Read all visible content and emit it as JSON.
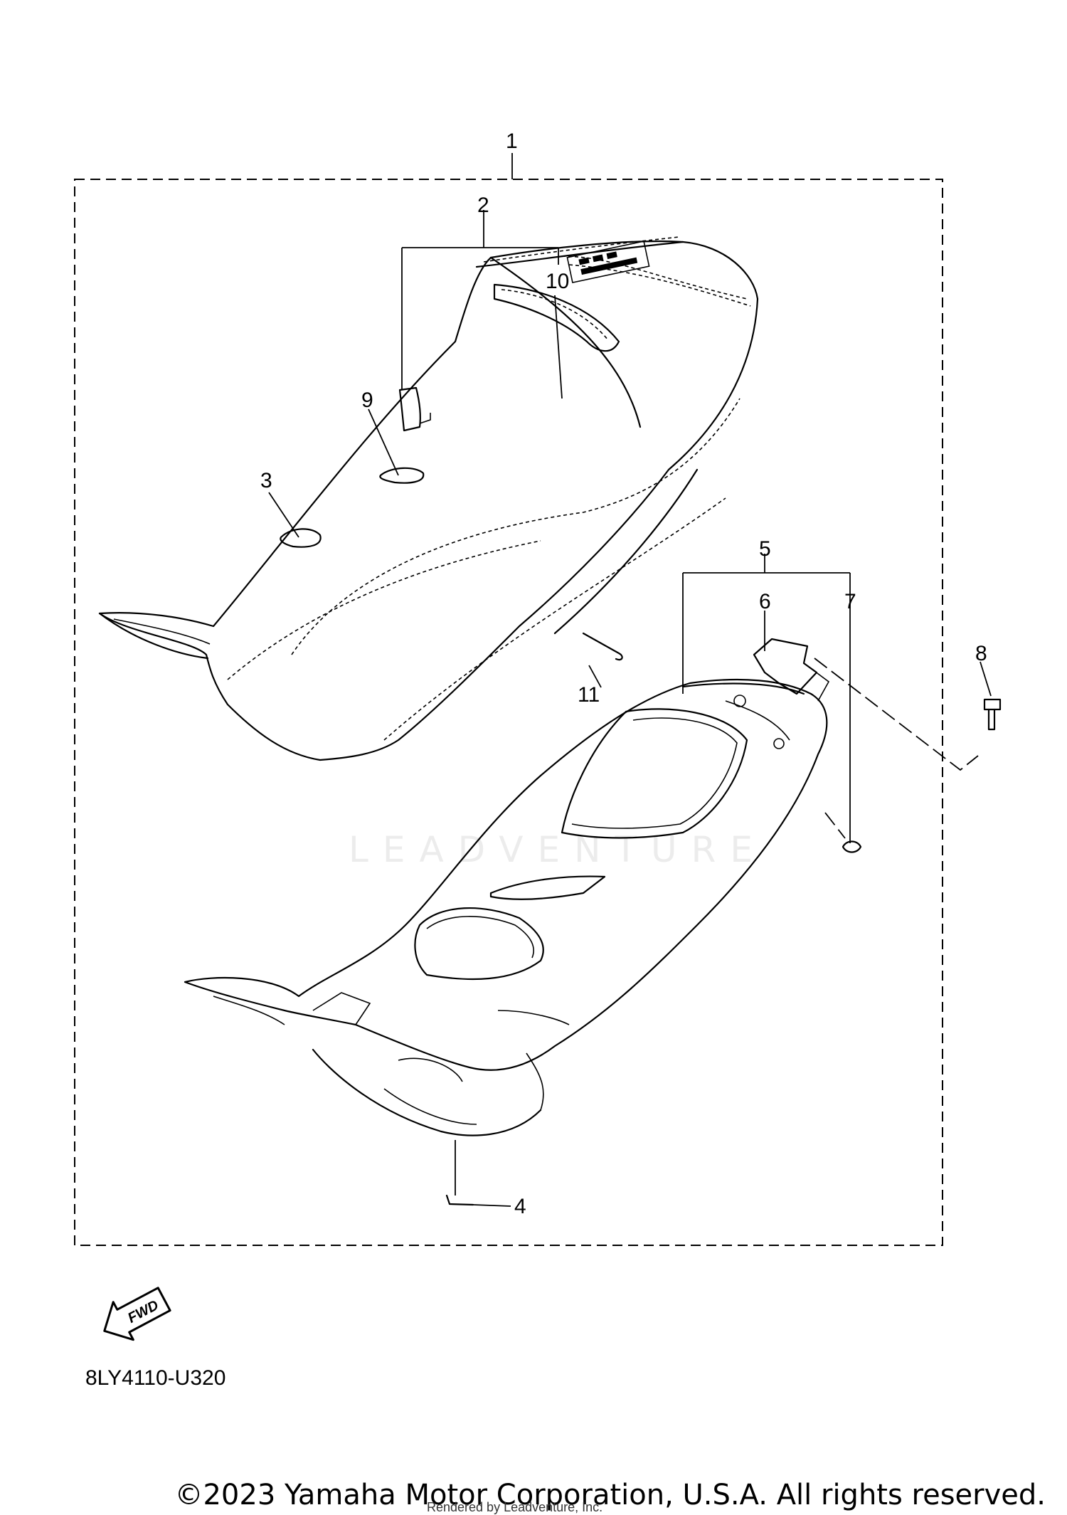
{
  "callouts": {
    "c1": "1",
    "c2": "2",
    "c3": "3",
    "c4": "4",
    "c5": "5",
    "c6": "6",
    "c7": "7",
    "c8": "8",
    "c9": "9",
    "c10": "10",
    "c11": "11"
  },
  "fwd_label": "FWD",
  "diagram_code": "8LY4110-U320",
  "copyright": "©2023 Yamaha Motor Corporation, U.S.A. All rights reserved.",
  "render_credit": "Rendered by Leadventure, Inc.",
  "watermark": "LEADVENTURE"
}
